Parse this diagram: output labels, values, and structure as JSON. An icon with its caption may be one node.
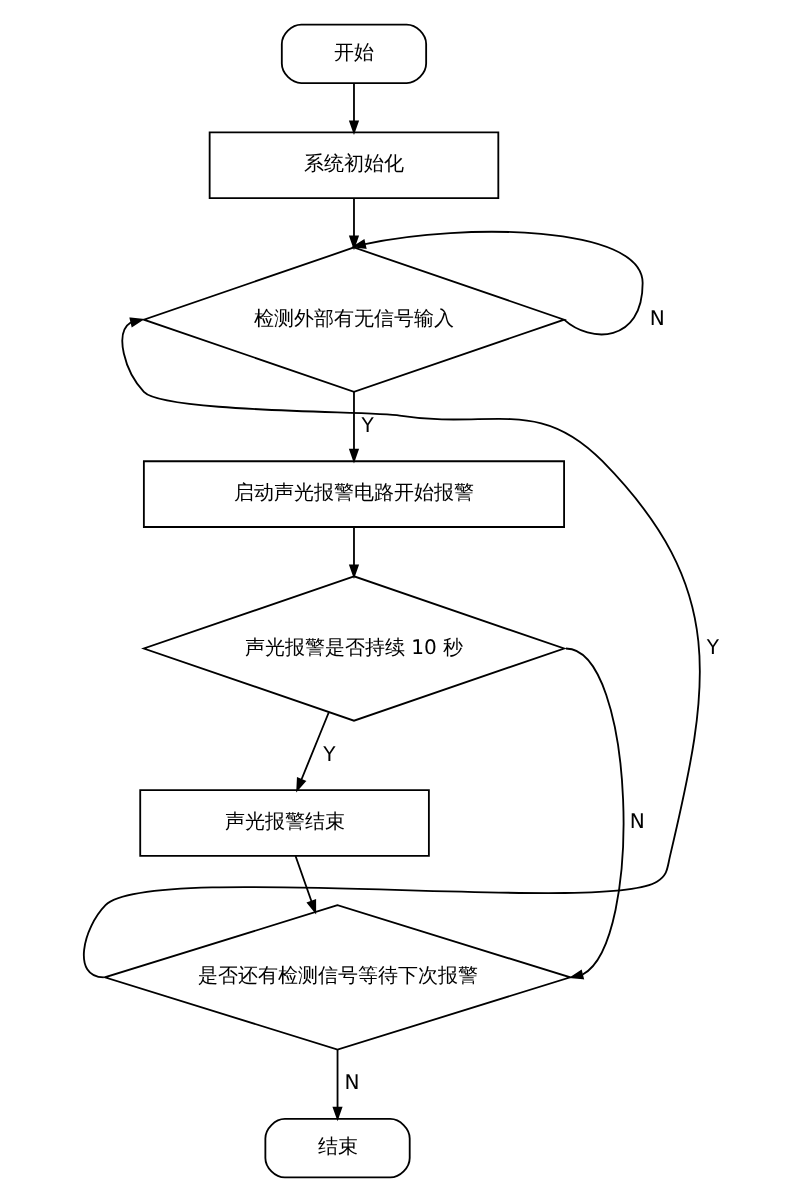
{
  "diagram": {
    "nodes": [
      {
        "text": [
          "开始"
        ]
      },
      {
        "text": [
          "系统初始化"
        ]
      },
      {
        "text": [
          "检测外部有无信号输入"
        ]
      },
      {
        "text": [
          "启动声光报警电路开始报警"
        ]
      },
      {
        "text": [
          "声光报警是否持续 10 秒"
        ]
      },
      {
        "text": [
          "声光报警结束"
        ]
      },
      {
        "text": [
          "是否还有检测信号等待下次报警"
        ]
      },
      {
        "text": [
          "结束"
        ]
      }
    ],
    "edges": [
      {
        "from": 0,
        "to": 1,
        "arrow": "to"
      },
      {
        "from": 1,
        "to": 2,
        "arrow": "to"
      },
      {
        "from": 2,
        "to": 3,
        "arrow": "to",
        "label": "Y"
      },
      {
        "from": 2,
        "to": 2,
        "arrow": "to",
        "label": "N"
      },
      {
        "from": 3,
        "to": 4,
        "arrow": "to"
      },
      {
        "from": 4,
        "to": 5,
        "arrow": "to",
        "label": "Y"
      },
      {
        "from": 4,
        "to": 6,
        "arrow": "to",
        "label": "N"
      },
      {
        "from": 5,
        "to": 6,
        "arrow": "to"
      },
      {
        "from": 6,
        "to": 2,
        "arrow": "to",
        "label": "Y"
      },
      {
        "from": 6,
        "to": 7,
        "arrow": "to",
        "label": "N"
      }
    ]
  }
}
